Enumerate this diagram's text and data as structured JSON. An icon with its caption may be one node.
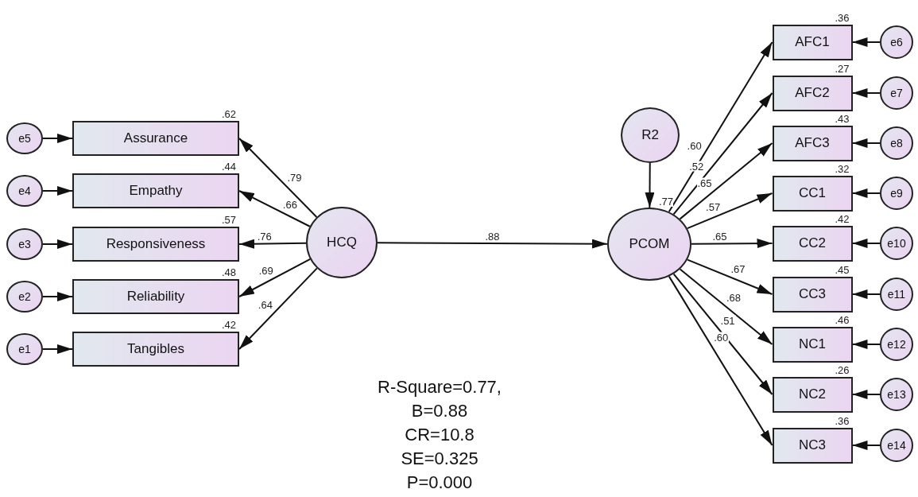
{
  "diagram": {
    "nodes": [
      {
        "text": [
          "e5"
        ]
      },
      {
        "text": [
          "Assurance"
        ],
        "beside": [
          ".62"
        ]
      },
      {
        "text": [
          "e4"
        ]
      },
      {
        "text": [
          "Empathy"
        ],
        "beside": [
          ".44"
        ]
      },
      {
        "text": [
          "e3"
        ]
      },
      {
        "text": [
          "Responsiveness"
        ],
        "beside": [
          ".57"
        ]
      },
      {
        "text": [
          "e2"
        ]
      },
      {
        "text": [
          "Reliability"
        ],
        "beside": [
          ".48"
        ]
      },
      {
        "text": [
          "e1"
        ]
      },
      {
        "text": [
          "Tangibles"
        ],
        "beside": [
          ".42"
        ]
      },
      {
        "text": [
          "HCQ"
        ]
      },
      {
        "text": [
          "R2"
        ]
      },
      {
        "text": [
          "PCOM"
        ],
        "beside": [
          ".77"
        ]
      },
      {
        "text": [
          "AFC1"
        ],
        "beside": [
          ".36"
        ]
      },
      {
        "text": [
          "e6"
        ]
      },
      {
        "text": [
          "AFC2"
        ],
        "beside": [
          ".27"
        ]
      },
      {
        "text": [
          "e7"
        ]
      },
      {
        "text": [
          "AFC3"
        ],
        "beside": [
          ".43"
        ]
      },
      {
        "text": [
          "e8"
        ]
      },
      {
        "text": [
          "CC1"
        ],
        "beside": [
          ".32"
        ]
      },
      {
        "text": [
          "e9"
        ]
      },
      {
        "text": [
          "CC2"
        ],
        "beside": [
          ".42"
        ]
      },
      {
        "text": [
          "e10"
        ]
      },
      {
        "text": [
          "CC3"
        ],
        "beside": [
          ".45"
        ]
      },
      {
        "text": [
          "e11"
        ]
      },
      {
        "text": [
          "NC1"
        ],
        "beside": [
          ".46"
        ]
      },
      {
        "text": [
          "e12"
        ]
      },
      {
        "text": [
          "NC2"
        ],
        "beside": [
          ".26"
        ]
      },
      {
        "text": [
          "e13"
        ]
      },
      {
        "text": [
          "NC3"
        ],
        "beside": [
          ".36"
        ]
      },
      {
        "text": [
          "e14"
        ]
      }
    ],
    "edges": [
      {
        "from": 0,
        "to": 1,
        "arrow": "to"
      },
      {
        "from": 2,
        "to": 3,
        "arrow": "to"
      },
      {
        "from": 4,
        "to": 5,
        "arrow": "to"
      },
      {
        "from": 6,
        "to": 7,
        "arrow": "to"
      },
      {
        "from": 8,
        "to": 9,
        "arrow": "to"
      },
      {
        "from": 10,
        "to": 1,
        "arrow": "to",
        "label": ".79"
      },
      {
        "from": 10,
        "to": 3,
        "arrow": "to",
        "label": ".66"
      },
      {
        "from": 10,
        "to": 5,
        "arrow": "to",
        "label": ".76"
      },
      {
        "from": 10,
        "to": 7,
        "arrow": "to",
        "label": ".69"
      },
      {
        "from": 10,
        "to": 9,
        "arrow": "to",
        "label": ".64"
      },
      {
        "from": 10,
        "to": 12,
        "arrow": "to",
        "label": ".88"
      },
      {
        "from": 11,
        "to": 12,
        "arrow": "to"
      },
      {
        "from": 12,
        "to": 13,
        "arrow": "to",
        "label": ".60"
      },
      {
        "from": 12,
        "to": 15,
        "arrow": "to",
        "label": ".52"
      },
      {
        "from": 12,
        "to": 17,
        "arrow": "to",
        "label": ".65"
      },
      {
        "from": 12,
        "to": 19,
        "arrow": "to",
        "label": ".57"
      },
      {
        "from": 12,
        "to": 21,
        "arrow": "to",
        "label": ".65"
      },
      {
        "from": 12,
        "to": 23,
        "arrow": "to",
        "label": ".67"
      },
      {
        "from": 12,
        "to": 25,
        "arrow": "to",
        "label": ".68"
      },
      {
        "from": 12,
        "to": 27,
        "arrow": "to",
        "label": ".51"
      },
      {
        "from": 12,
        "to": 29,
        "arrow": "to",
        "label": ".60"
      },
      {
        "from": 14,
        "to": 13,
        "arrow": "to"
      },
      {
        "from": 16,
        "to": 15,
        "arrow": "to"
      },
      {
        "from": 18,
        "to": 17,
        "arrow": "to"
      },
      {
        "from": 20,
        "to": 19,
        "arrow": "to"
      },
      {
        "from": 22,
        "to": 21,
        "arrow": "to"
      },
      {
        "from": 24,
        "to": 23,
        "arrow": "to"
      },
      {
        "from": 26,
        "to": 25,
        "arrow": "to"
      },
      {
        "from": 28,
        "to": 27,
        "arrow": "to"
      },
      {
        "from": 30,
        "to": 29,
        "arrow": "to"
      }
    ],
    "labels": [
      "R-Square=0.77,",
      "B=0.88",
      "CR=10.8",
      "SE=0.325",
      "P=0.000"
    ]
  }
}
